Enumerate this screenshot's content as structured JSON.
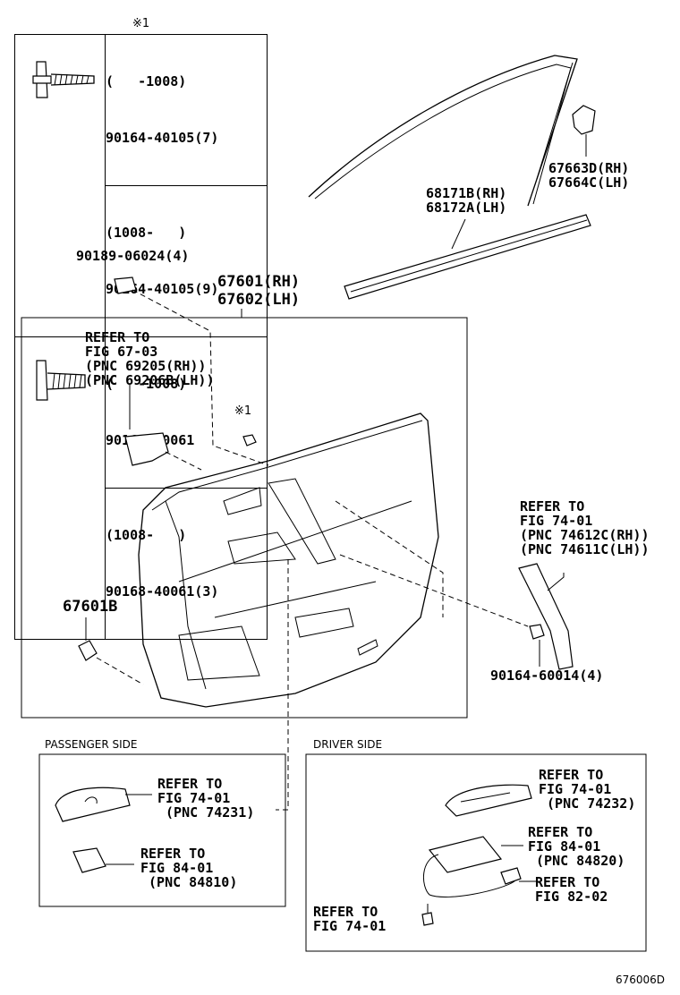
{
  "note_mark": "※1",
  "spec_table": [
    {
      "icon": "screw-with-washer-icon",
      "rows": [
        {
          "range": "(   -1008)",
          "part": "90164-40105(7)"
        },
        {
          "range": "(1008-   )",
          "part": "90164-40105(9)"
        }
      ]
    },
    {
      "icon": "screw-icon",
      "rows": [
        {
          "range": "(   -1008)",
          "part": "90168-40061"
        },
        {
          "range": "(1008-   )",
          "part": "90168-40061(3)"
        }
      ]
    }
  ],
  "labels": {
    "p67663": "67663D(RH)\n67664C(LH)",
    "p68171": "68171B(RH)\n68172A(LH)",
    "p90189": "90189-06024(4)",
    "p67601": "67601(RH)\n67602(LH)",
    "refer_67": "REFER TO\nFIG 67-03\n(PNC 69205(RH))\n(PNC 69206B(LH))",
    "note_small": "※1",
    "p67601b": "67601B",
    "refer_74_side": "REFER TO\nFIG 74-01\n(PNC 74612C(RH))\n(PNC 74611C(LH))",
    "p90164": "90164-60014(4)",
    "passenger_side": "PASSENGER SIDE",
    "driver_side": "DRIVER SIDE",
    "pass_ref1": "REFER TO\nFIG 74-01\n (PNC 74231)",
    "pass_ref2": "REFER TO\nFIG 84-01\n (PNC 84810)",
    "drv_ref1": "REFER TO\nFIG 74-01\n (PNC 74232)",
    "drv_ref2": "REFER TO\nFIG 84-01\n (PNC 84820)",
    "drv_ref3": "REFER TO\nFIG 82-02",
    "drv_ref4": "REFER TO\nFIG 74-01",
    "fig_code": "676006D"
  }
}
